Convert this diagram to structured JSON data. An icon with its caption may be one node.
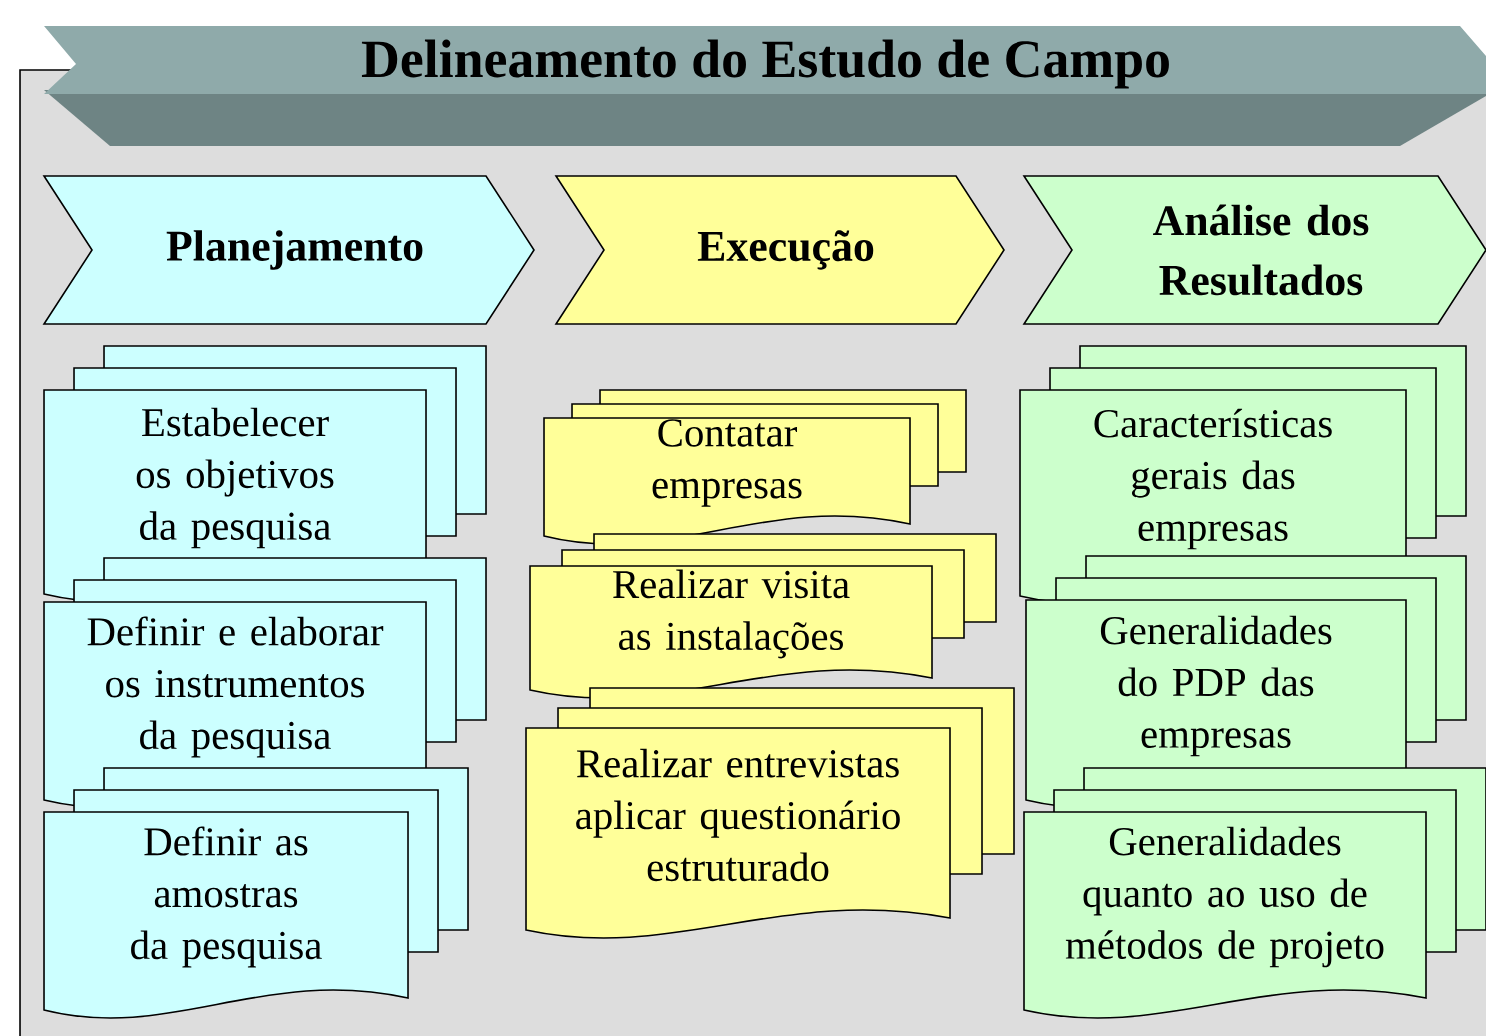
{
  "diagram": {
    "nodes": [
      {
        "text": [
          "Delineamento do Estudo de Campo"
        ]
      },
      {
        "text": [
          "Planejamento"
        ]
      },
      {
        "text": [
          "Estabelecer os objetivos da pesquisa"
        ]
      },
      {
        "text": [
          "Definir e elaborar os instrumentos da pesquisa"
        ]
      },
      {
        "text": [
          "Definir as amostras da pesquisa"
        ]
      },
      {
        "text": [
          "Execução"
        ]
      },
      {
        "text": [
          "Contatar empresas"
        ]
      },
      {
        "text": [
          "Realizar visita as instalações"
        ]
      },
      {
        "text": [
          "Realizar entrevistas aplicar questionário estruturado"
        ]
      },
      {
        "text": [
          "Análise dos Resultados"
        ]
      },
      {
        "text": [
          "Características gerais das empresas"
        ]
      },
      {
        "text": [
          "Generalidades do PDP das empresas"
        ]
      },
      {
        "text": [
          "Generalidades quanto ao uso de métodos de projeto"
        ]
      }
    ]
  }
}
